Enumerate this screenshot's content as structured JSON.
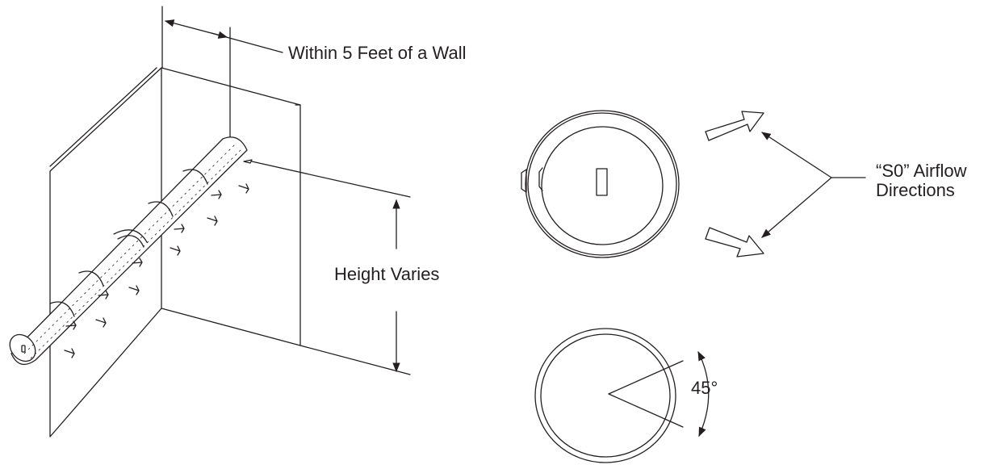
{
  "labels": {
    "wall_distance": "Within 5 Feet of a Wall",
    "height": "Height Varies",
    "airflow_line1": "“S0” Airflow",
    "airflow_line2": "Directions",
    "angle": "45°"
  },
  "colors": {
    "line": "#231f20",
    "background": "#ffffff"
  }
}
